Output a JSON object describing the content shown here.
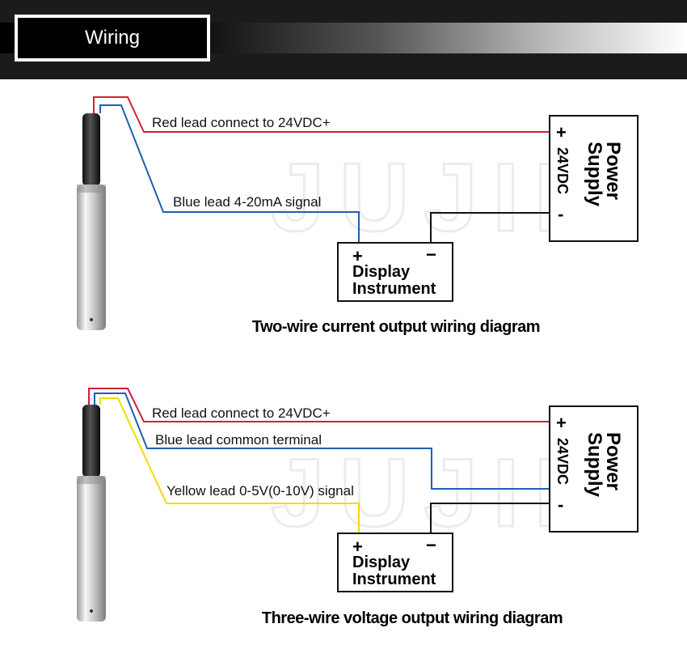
{
  "header": {
    "title": "Wiring"
  },
  "watermark": "JUJIE",
  "diagrams": [
    {
      "caption": "Two-wire current output wiring diagram",
      "leads": [
        {
          "label": "Red lead connect to 24VDC+",
          "color": "#d0203a"
        },
        {
          "label": "Blue lead 4-20mA signal",
          "color": "#1f5fb0"
        }
      ],
      "power_supply": {
        "line1": "Power",
        "line2": "Supply",
        "voltage": "24VDC",
        "plus": "+",
        "minus": "-"
      },
      "display": {
        "line1": "Display",
        "line2": "Instrument",
        "plus": "+",
        "minus": "−"
      }
    },
    {
      "caption": "Three-wire voltage output wiring diagram",
      "leads": [
        {
          "label": "Red lead connect to 24VDC+",
          "color": "#d0203a"
        },
        {
          "label": "Blue lead common terminal",
          "color": "#1f5fb0"
        },
        {
          "label": "Yellow lead 0-5V(0-10V) signal",
          "color": "#f2dc00"
        }
      ],
      "power_supply": {
        "line1": "Power",
        "line2": "Supply",
        "voltage": "24VDC",
        "plus": "+",
        "minus": "-"
      },
      "display": {
        "line1": "Display",
        "line2": "Instrument",
        "plus": "+",
        "minus": "−"
      }
    }
  ]
}
